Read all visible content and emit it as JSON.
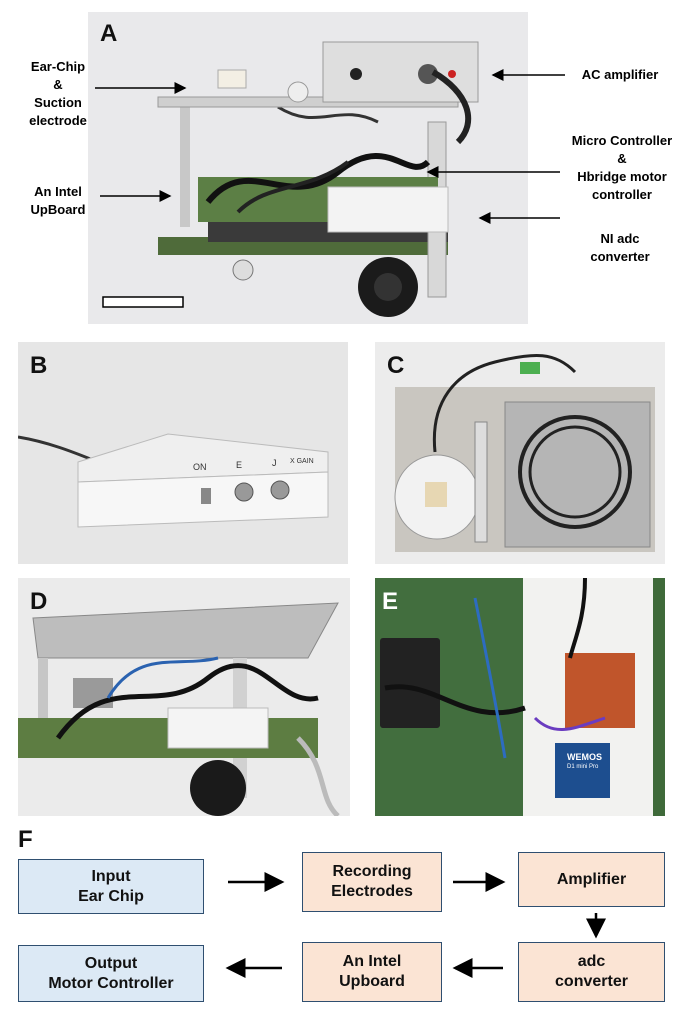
{
  "panels": {
    "a": "A",
    "b": "B",
    "c": "C",
    "d": "D",
    "e": "E",
    "f": "F"
  },
  "callouts": {
    "ear_chip": "Ear-Chip\n&\nSuction\nelectrode",
    "intel_upboard": "An Intel\nUpBoard",
    "ac_amplifier": "AC amplifier",
    "micro_controller": "Micro Controller\n&\nHbridge motor\ncontroller",
    "ni_adc": "NI  adc\nconverter"
  },
  "panel_b_labels": {
    "on": "ON",
    "e": "E",
    "j": "J",
    "xgain": "X GAIN"
  },
  "panel_e_labels": {
    "wemos": "WEMOS",
    "wemos_sub": "D1 mini Pro"
  },
  "flow": {
    "input": "Input\nEar Chip",
    "recording": "Recording\nElectrodes",
    "amplifier": "Amplifier",
    "adc": "adc\nconverter",
    "intel": "An Intel\nUpboard",
    "output": "Output\nMotor Controller"
  },
  "colors": {
    "input_output_fill": "#dce9f5",
    "process_fill": "#fbe4d4",
    "box_border": "#2f4f70"
  }
}
